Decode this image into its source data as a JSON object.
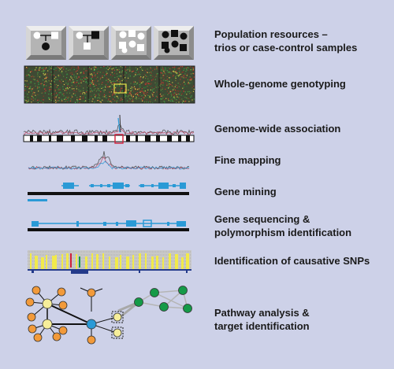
{
  "steps": [
    {
      "name": "population-resources",
      "lines": [
        "Population resources –",
        "trios or case-control samples"
      ]
    },
    {
      "name": "whole-genome-genotyping",
      "lines": [
        "Whole-genome genotyping"
      ]
    },
    {
      "name": "genome-wide-association",
      "lines": [
        "Genome-wide association"
      ]
    },
    {
      "name": "fine-mapping",
      "lines": [
        "Fine mapping"
      ]
    },
    {
      "name": "gene-mining",
      "lines": [
        "Gene mining"
      ]
    },
    {
      "name": "gene-sequencing",
      "lines": [
        "Gene sequencing &",
        "polymorphism identification"
      ]
    },
    {
      "name": "causative-snps",
      "lines": [
        "Identification of causative SNPs"
      ]
    },
    {
      "name": "pathway-analysis",
      "lines": [
        "Pathway analysis &",
        "target identification"
      ]
    }
  ],
  "colors": {
    "background": "#cdd1e8",
    "gene_blue": "#2a9ad6",
    "chromosome": "#111111",
    "highlight_red": "#d0203a",
    "node_orange": "#f29a3a",
    "node_yellow": "#f6ee9a",
    "node_blue": "#2a9ad6",
    "node_green": "#159a48",
    "snp_yellow": "#f2ea4a",
    "snp_navy": "#233a8a"
  },
  "icons": [
    "pedigree-trio-icon",
    "pedigree-trio-affected-icon",
    "case-control-unaffected-icon",
    "case-control-affected-icon"
  ]
}
